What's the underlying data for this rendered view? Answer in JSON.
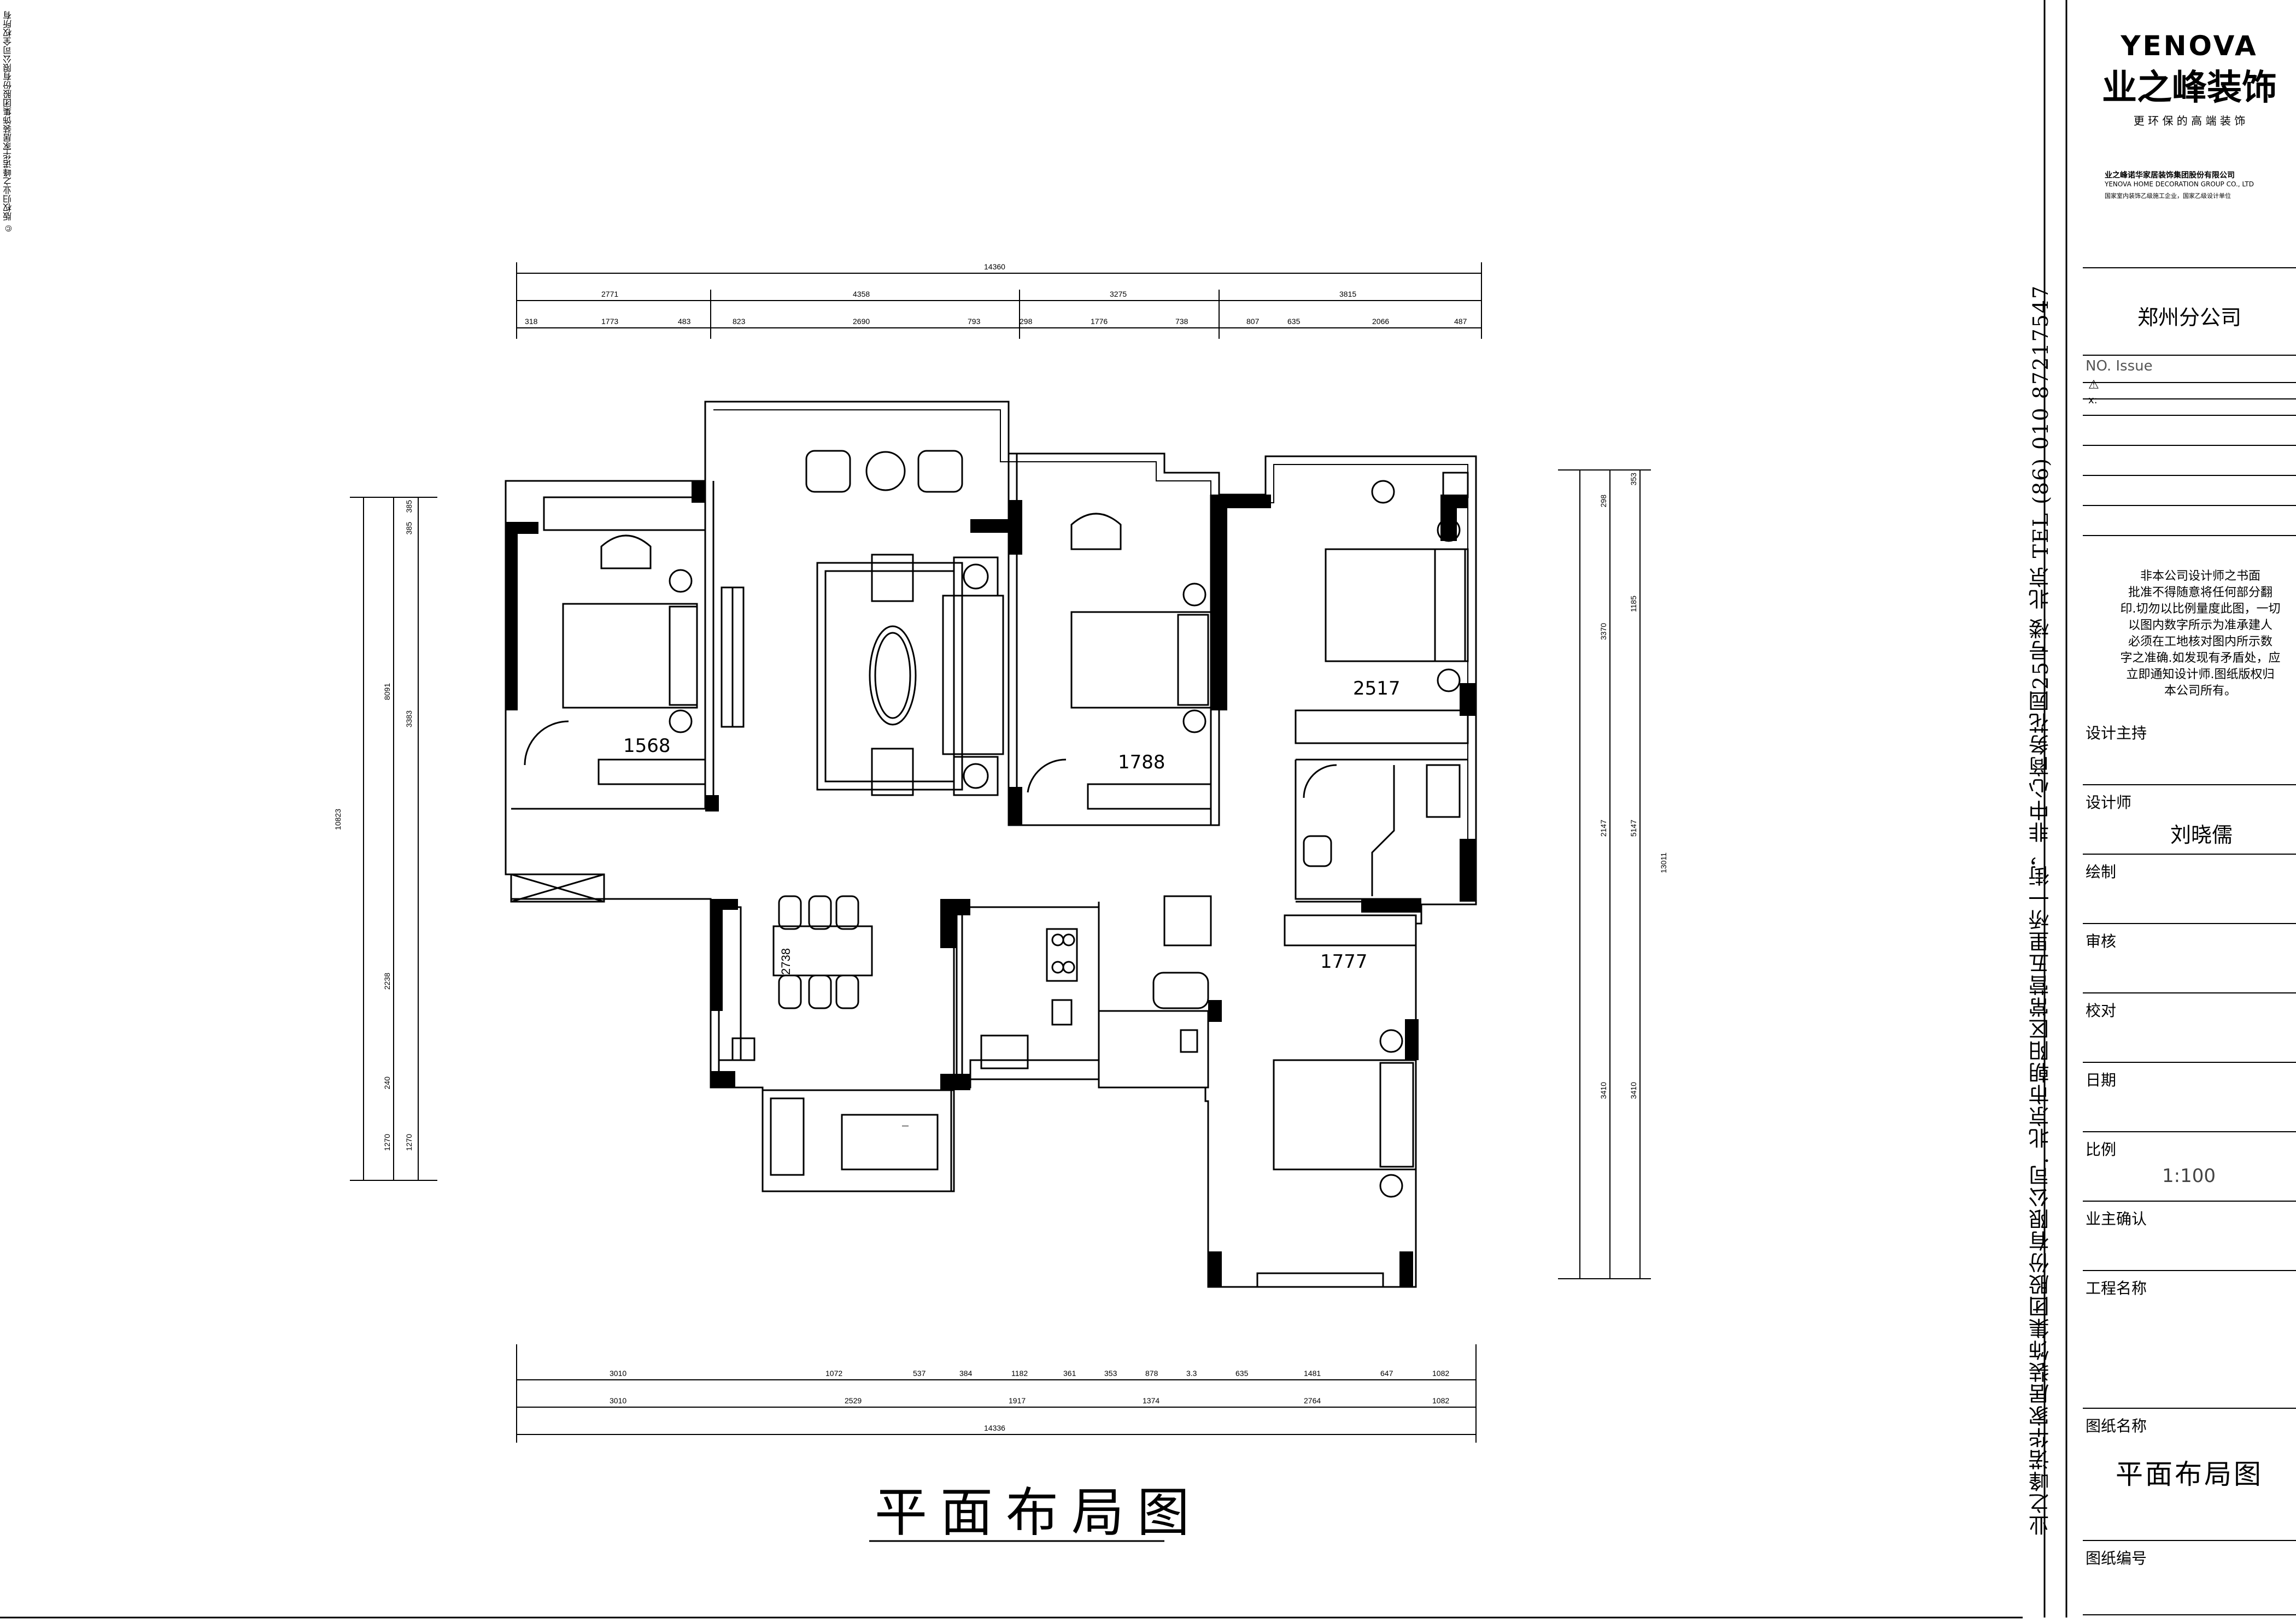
{
  "copyright_note": "©  版权归业之峰诺华家居装饰集团股份有限公司全权所有",
  "drawing_title": "平面布局图",
  "dimensions": {
    "top_total": "14360",
    "top_mid": [
      "2771",
      "4358",
      "3275",
      "3815"
    ],
    "top_detail": [
      "318",
      "1773",
      "483",
      "823",
      "2690",
      "793",
      "298",
      "1776",
      "738",
      "807",
      "635",
      "2066",
      "487"
    ],
    "bottom_row1": [
      "3010",
      "1072",
      "537",
      "384",
      "1182",
      "361",
      "353",
      "878",
      "3.3",
      "635",
      "1481",
      "647",
      "1082"
    ],
    "bottom_row2": [
      "3010",
      "2529",
      "1917",
      "1374",
      "2764",
      "1082"
    ],
    "bottom_total": "14336",
    "left_outer": "10823",
    "left_mid": [
      "8091",
      "2238",
      "240",
      "1270"
    ],
    "left_detail": [
      "385",
      "385",
      "3383",
      "1270"
    ],
    "right_outer": "13011",
    "right_mid": [
      "3370",
      "1185",
      "2147",
      "3410"
    ],
    "right_detail": [
      "353",
      "298",
      "5147",
      "3410"
    ]
  },
  "room_labels": [
    "1568",
    "1788",
    "2517",
    "1777",
    "2738"
  ],
  "title_block": {
    "brand_en": "YENOVA",
    "brand_cn": "业之峰装饰",
    "slogan": "更 环 保 的 高 端 装 饰",
    "company_cn": "业之峰诺华家居装饰集团股份有限公司",
    "company_en": "YENOVA HOME DECORATION GROUP CO., LTD",
    "company_sub": "国家室内装饰乙级施工企业，国家乙级设计单位",
    "branch": "郑州分公司",
    "issue_header": "NO.   Issue",
    "issue_mark": "⚠",
    "issue_x": "x:",
    "address": "业之峰诺华家居装饰集团股份有限公司. 北京市朝阳区常营五里桥一街，非中心商务花园25号楼   北京   TEL  (86)  010  87217547",
    "notes": [
      "非本公司设计师之书面",
      "批准不得随意将任何部分翻",
      "印.切勿以比例量度此图，一切",
      "以图内数字所示为准承建人",
      "必须在工地核对图内所示数",
      "字之准确.如发现有矛盾处，应",
      "立即通知设计师.图纸版权归",
      "本公司所有。"
    ],
    "fields": [
      {
        "label": "设计主持",
        "value": ""
      },
      {
        "label": "设计师",
        "value": "刘晓儒"
      },
      {
        "label": "绘制",
        "value": ""
      },
      {
        "label": "审核",
        "value": ""
      },
      {
        "label": "校对",
        "value": ""
      },
      {
        "label": "日期",
        "value": ""
      },
      {
        "label": "比例",
        "value": "1:100"
      },
      {
        "label": "业主确认",
        "value": ""
      },
      {
        "label": "工程名称",
        "value": ""
      },
      {
        "label": "图纸名称",
        "value": "平面布局图"
      },
      {
        "label": "图纸编号",
        "value": ""
      }
    ]
  }
}
